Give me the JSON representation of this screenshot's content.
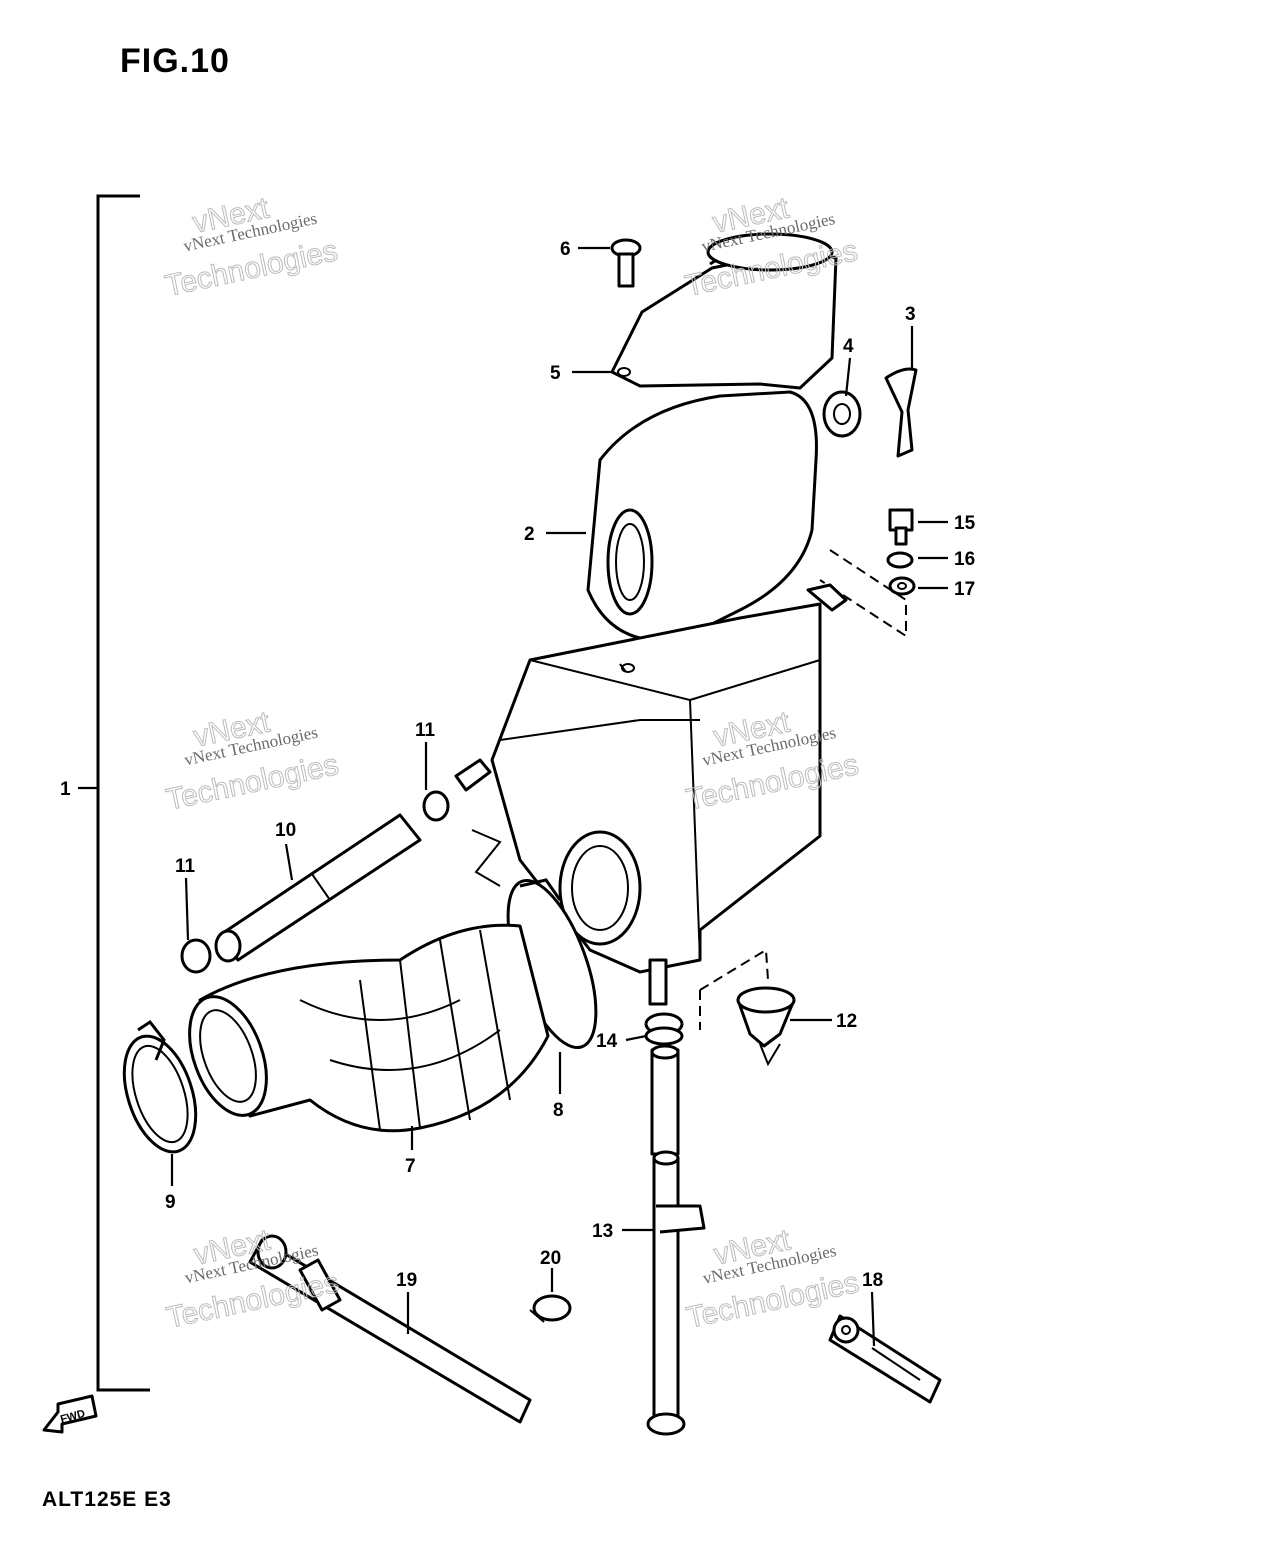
{
  "figure": {
    "title": "FIG.10",
    "model_code": "ALT125E E3",
    "fwd_label": "FWD"
  },
  "watermark": {
    "line1": "vNext Technologies",
    "line2": "vNext",
    "line3": "Technologies"
  },
  "callouts": [
    "1",
    "2",
    "3",
    "4",
    "5",
    "6",
    "7",
    "8",
    "9",
    "10",
    "11",
    "11",
    "12",
    "13",
    "14",
    "15",
    "16",
    "17",
    "18",
    "19",
    "20"
  ]
}
